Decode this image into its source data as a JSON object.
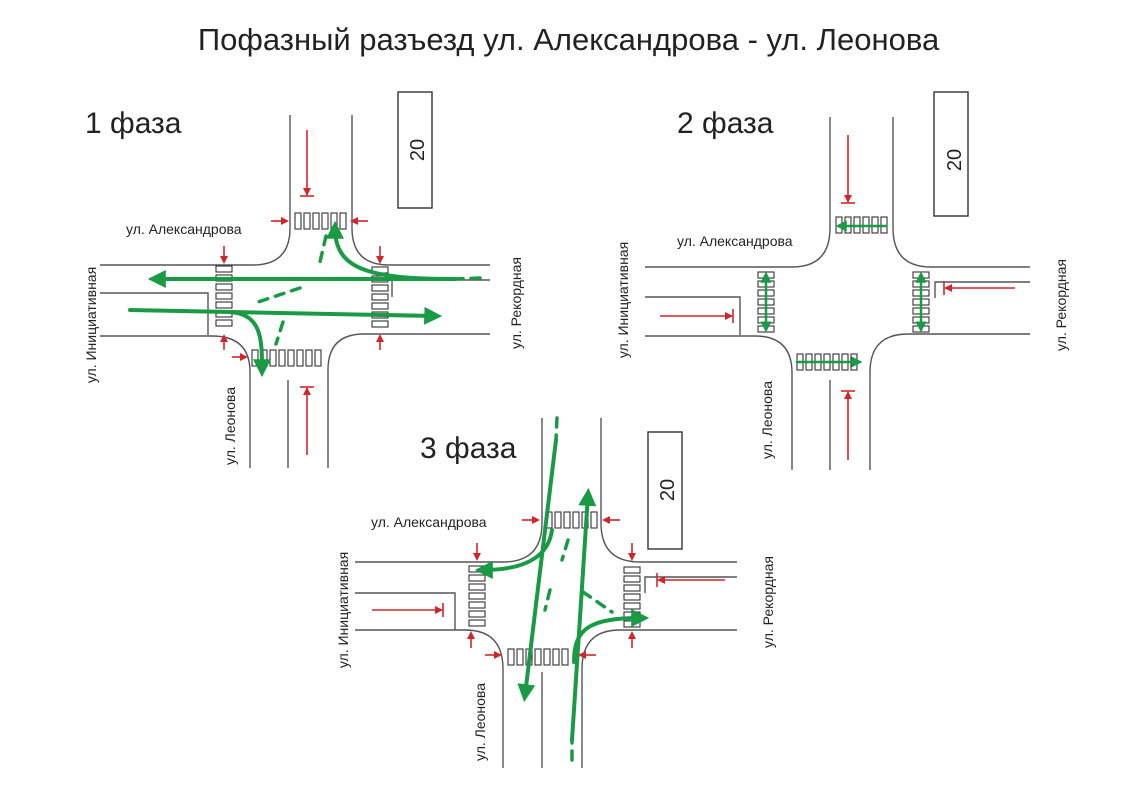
{
  "title": "Пофазный разъезд ул. Александрова - ул. Леонова",
  "phases": [
    {
      "label": "1 фаза"
    },
    {
      "label": "2 фаза"
    },
    {
      "label": "3 фаза"
    }
  ],
  "streets": {
    "north": "ул. Александрова",
    "south": "ул. Леонова",
    "west": "ул. Инициативная",
    "east": "ул. Рекордная"
  },
  "building_number": "20",
  "colors": {
    "allowed_movement": "#1a9a45",
    "stop_line": "#d0262b",
    "road_edge": "#555555"
  }
}
